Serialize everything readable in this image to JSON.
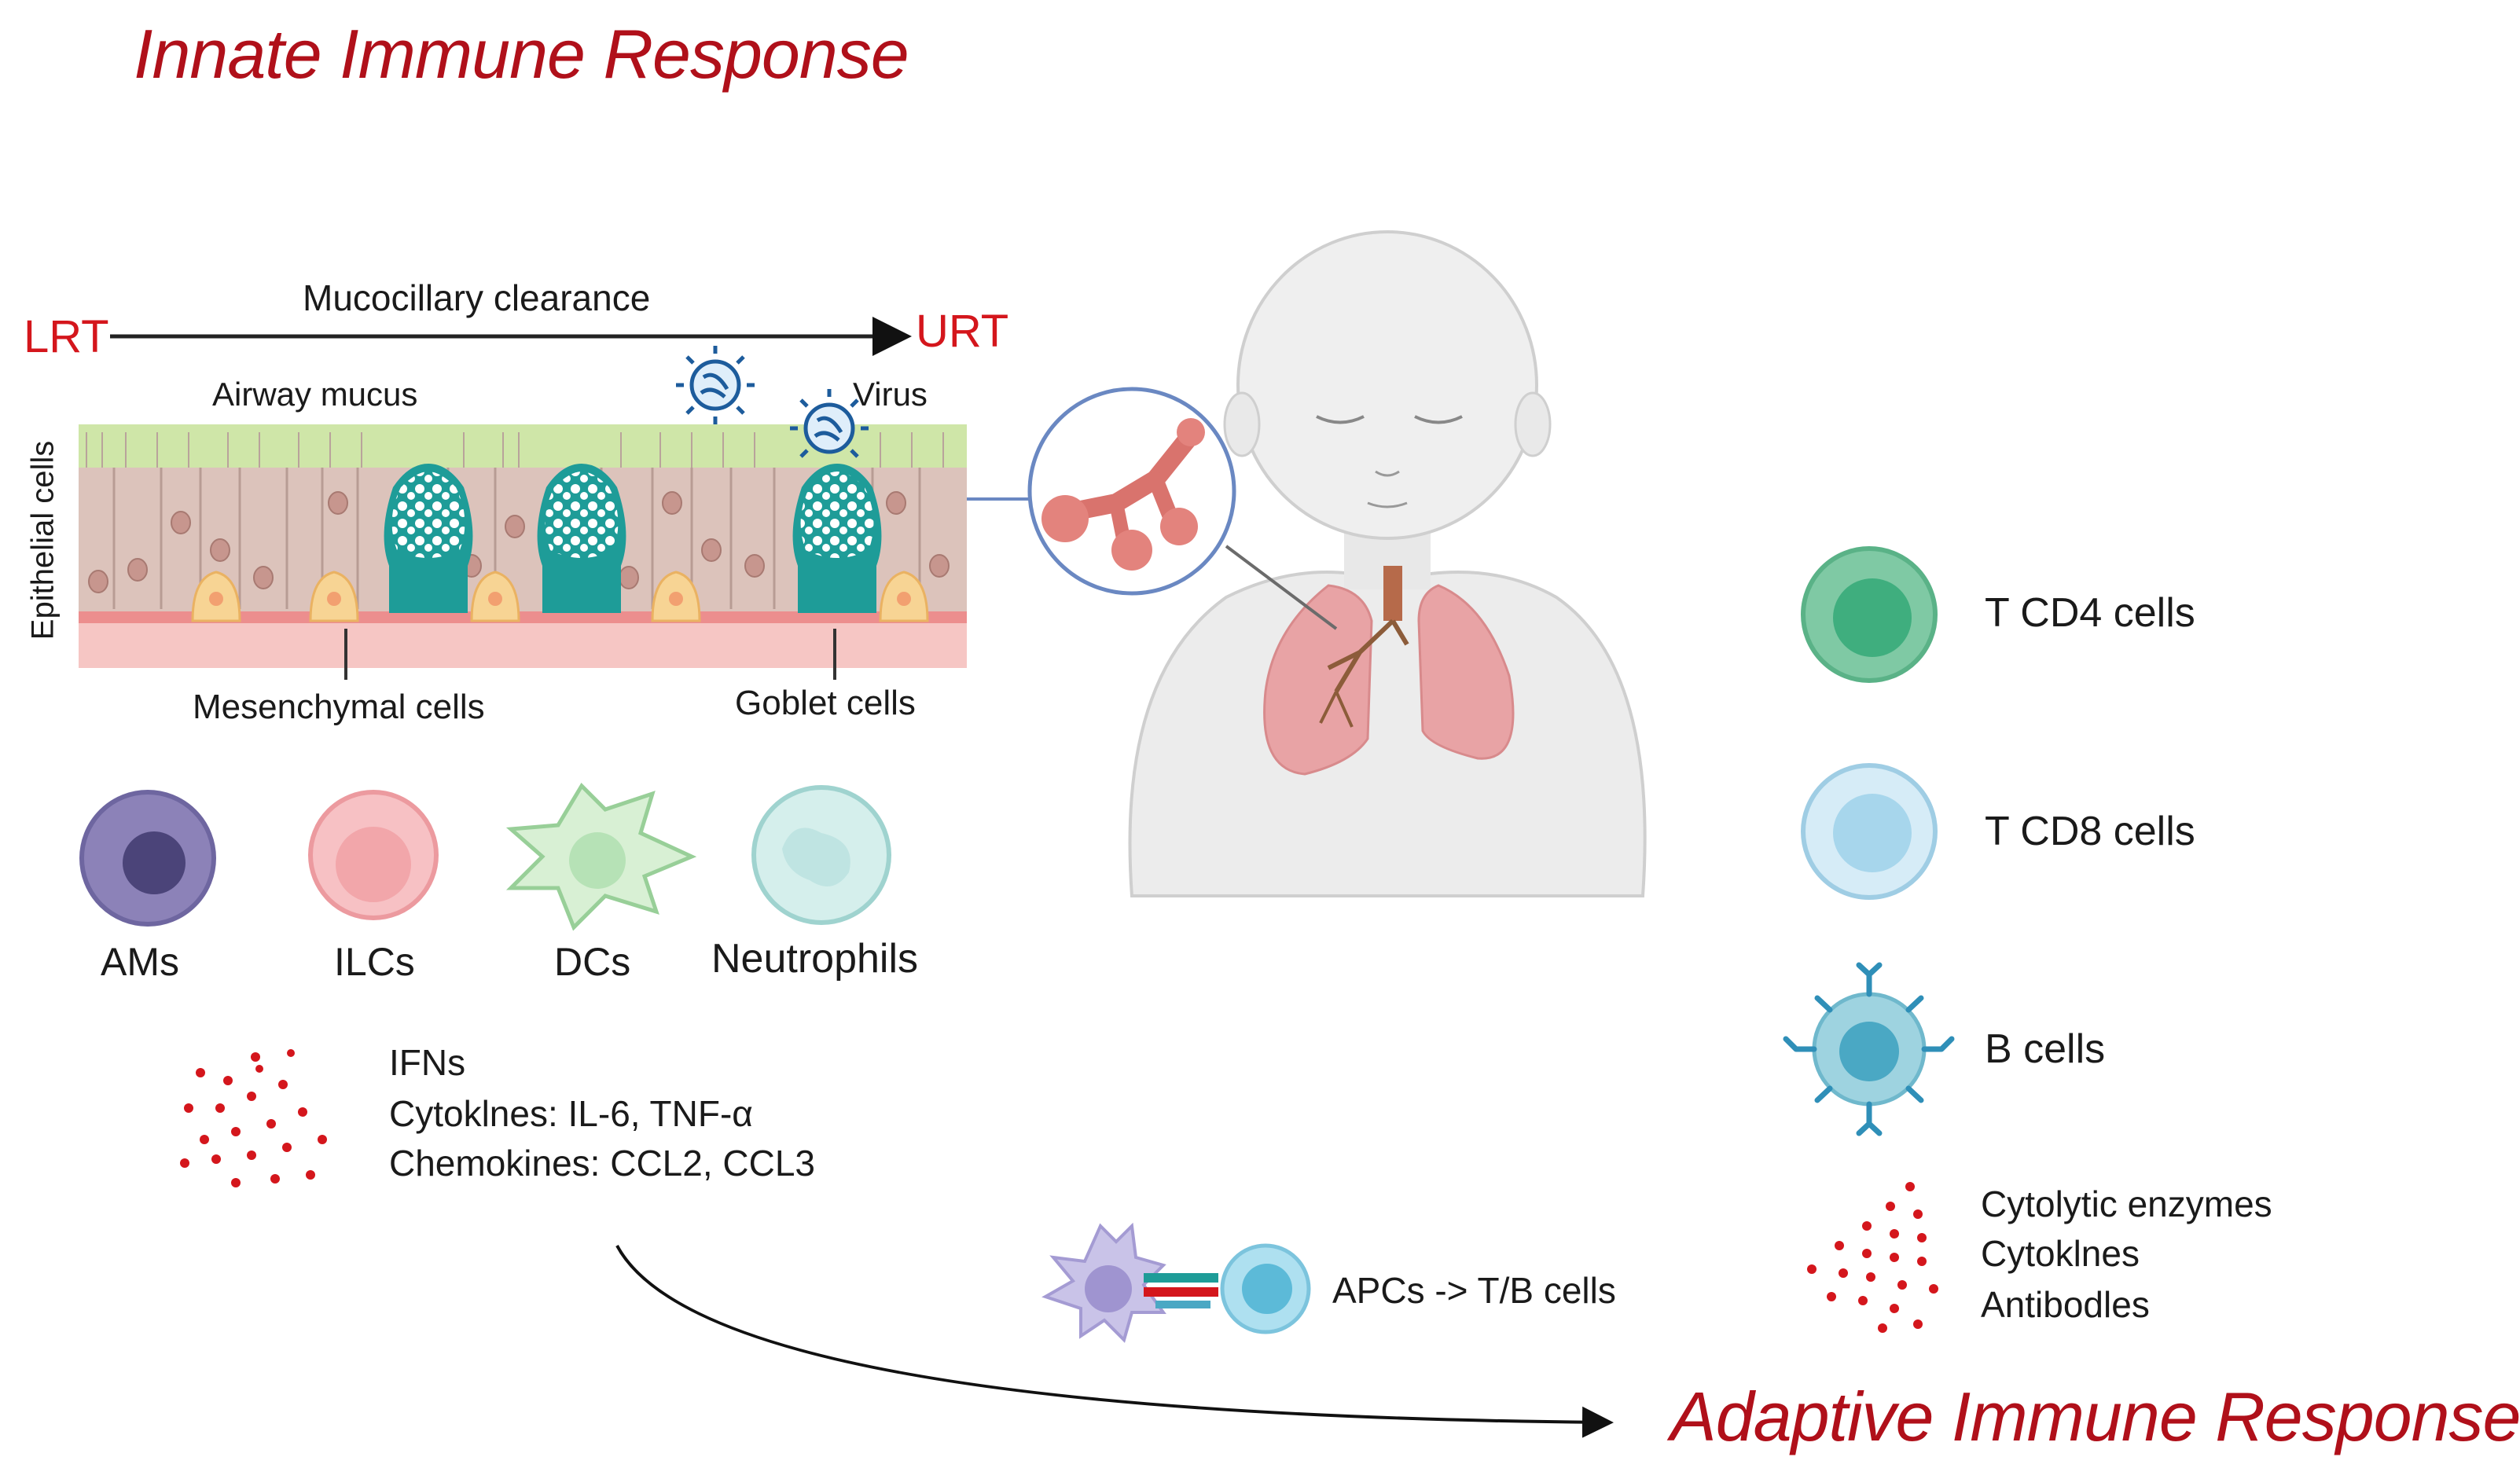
{
  "titles": {
    "innate": "Innate Immune Response",
    "adaptive": "Adaptive Immune Response"
  },
  "epithelium": {
    "mucociliary": "Mucocillary clearance",
    "lrt": "LRT",
    "urt": "URT",
    "airway_mucus": "Airway mucus",
    "virus": "Virus",
    "epithelial_cells": "Epithelial cells",
    "mesenchymal_cells": "Mesenchymal cells",
    "goblet_cells": "Goblet cells"
  },
  "innate_cells": [
    {
      "label": "AMs",
      "color": "#8c82b8"
    },
    {
      "label": "ILCs",
      "color": "#f2a6aa"
    },
    {
      "label": "DCs",
      "color": "#b6e2b6"
    },
    {
      "label": "Neutrophils",
      "color": "#bfe4e2"
    }
  ],
  "innate_mediators": {
    "line1": "IFNs",
    "line2": "Cytoklnes: IL-6, TNF-α",
    "line3": "Chemokines: CCL2, CCL3"
  },
  "adaptive_cells": [
    {
      "label": "T CD4 cells",
      "color": "#3fae7e"
    },
    {
      "label": "T CD8 cells",
      "color": "#a7d6ec"
    },
    {
      "label": "B cells",
      "color": "#4aa8c4"
    }
  ],
  "adaptive_mediators": {
    "line1": "Cytolytic enzymes",
    "line2": "Cytoklnes",
    "line3": "Antibodles"
  },
  "apc": {
    "label": "APCs -> T/B cells"
  },
  "colors": {
    "title_red": "#b0101a",
    "label_red": "#d4161c",
    "goblet_teal": "#1e9c98",
    "mucus_green": "#cfe6a8",
    "lung_pink": "#e8a3a5",
    "baby_gray": "#ececec"
  }
}
